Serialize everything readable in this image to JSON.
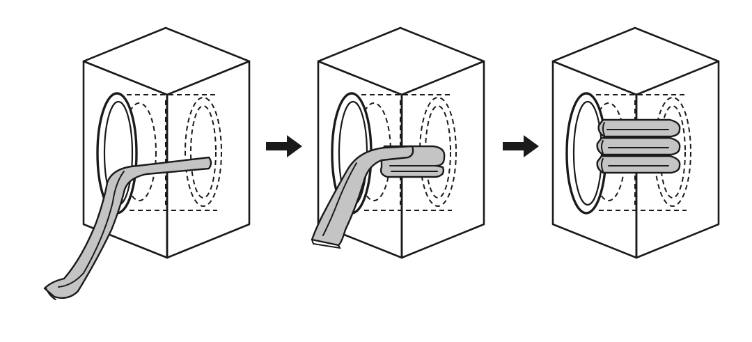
{
  "diagram": {
    "steps": [
      {
        "id": "step-1",
        "state": "cloth-draped"
      },
      {
        "id": "step-2",
        "state": "cloth-half-folded"
      },
      {
        "id": "step-3",
        "state": "cloth-fully-folded"
      }
    ],
    "icons": [
      "washer-box-icon",
      "arrow-right-icon"
    ],
    "colors": {
      "line": "#1a1a1a",
      "cloth": "#c4c4c4",
      "background": "#ffffff"
    }
  }
}
